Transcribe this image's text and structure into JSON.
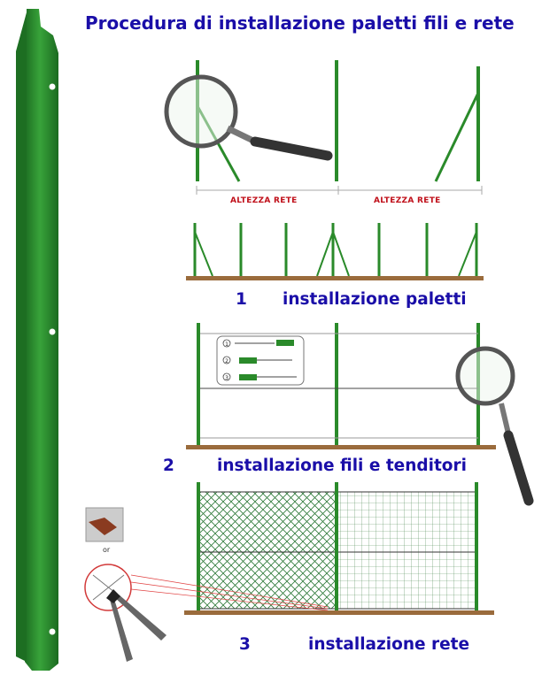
{
  "title": "Procedura di installazione paletti fili e rete",
  "label_height_left": "ALTEZZA RETE",
  "label_height_right": "ALTEZZA RETE",
  "steps": [
    {
      "number": "1",
      "text": "installazione  paletti"
    },
    {
      "number": "2",
      "text": "installazione fili e tenditori"
    },
    {
      "number": "3",
      "text": "installazione rete"
    }
  ],
  "inset_numbers": [
    "1",
    "2",
    "3"
  ],
  "or_text": "or",
  "colors": {
    "post": "#2a8a2a",
    "post_dark": "#17651b",
    "ground": "#9a6b3c",
    "title": "#1a0ea8",
    "height_label": "#c0101a"
  }
}
